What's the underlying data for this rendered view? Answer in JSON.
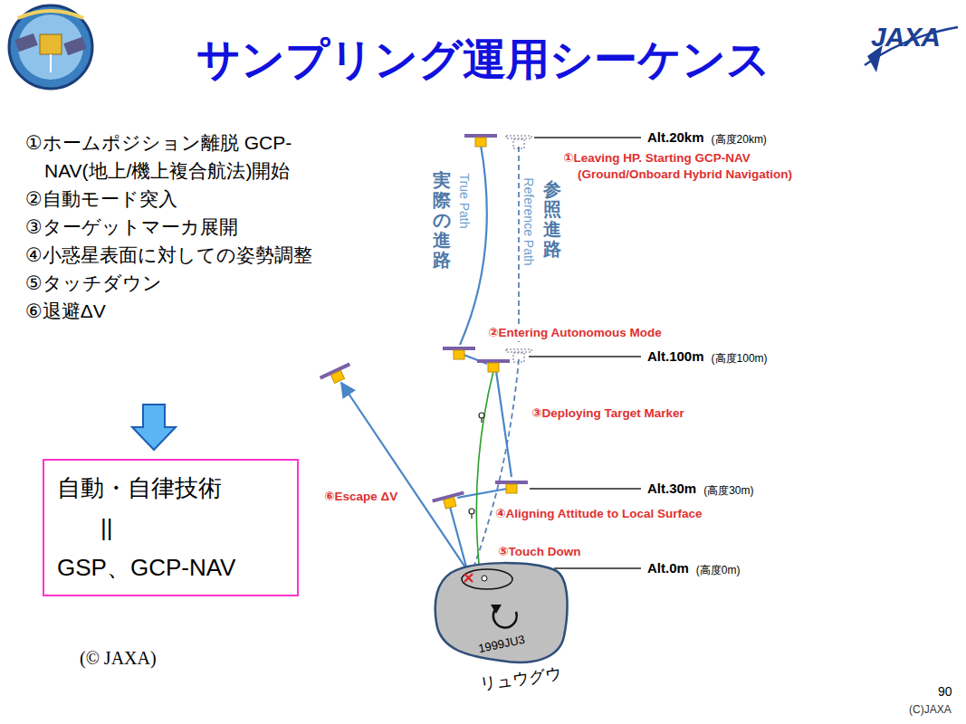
{
  "diagram": {
    "title": "サンプリング運用シーケンス",
    "nodes": [
      {
        "text": [
          "自動・自律技術",
          "||",
          "GSP、GCP-NAV"
        ]
      },
      {
        "text": [
          "1999JU3",
          "リュウグウ"
        ]
      }
    ],
    "labels": [
      "①ホームポジション離脱 GCP-NAV(地上/機上複合航法)開始",
      "②自動モード突入",
      "③ターゲットマーカ展開",
      "④小惑星表面に対しての姿勢調整",
      "⑤タッチダウン",
      "⑥退避ΔV",
      "True Path",
      "実際の進路",
      "Reference Path",
      "参照進路",
      "Alt.20km",
      "(高度20km)",
      "①Leaving HP. Starting GCP-NAV (Ground/Onboard Hybrid Navigation)",
      "②Entering Autonomous Mode",
      "Alt.100m",
      "(高度100m)",
      "③Deploying Target Marker",
      "Alt.30m",
      "(高度30m)",
      "④Aligning Attitude to Local Surface",
      "⑤Touch Down",
      "Alt.0m",
      "(高度0m)",
      "⑥Escape ΔV",
      "(© JAXA)",
      "JAXA",
      "90",
      "(C)JAXA"
    ]
  }
}
